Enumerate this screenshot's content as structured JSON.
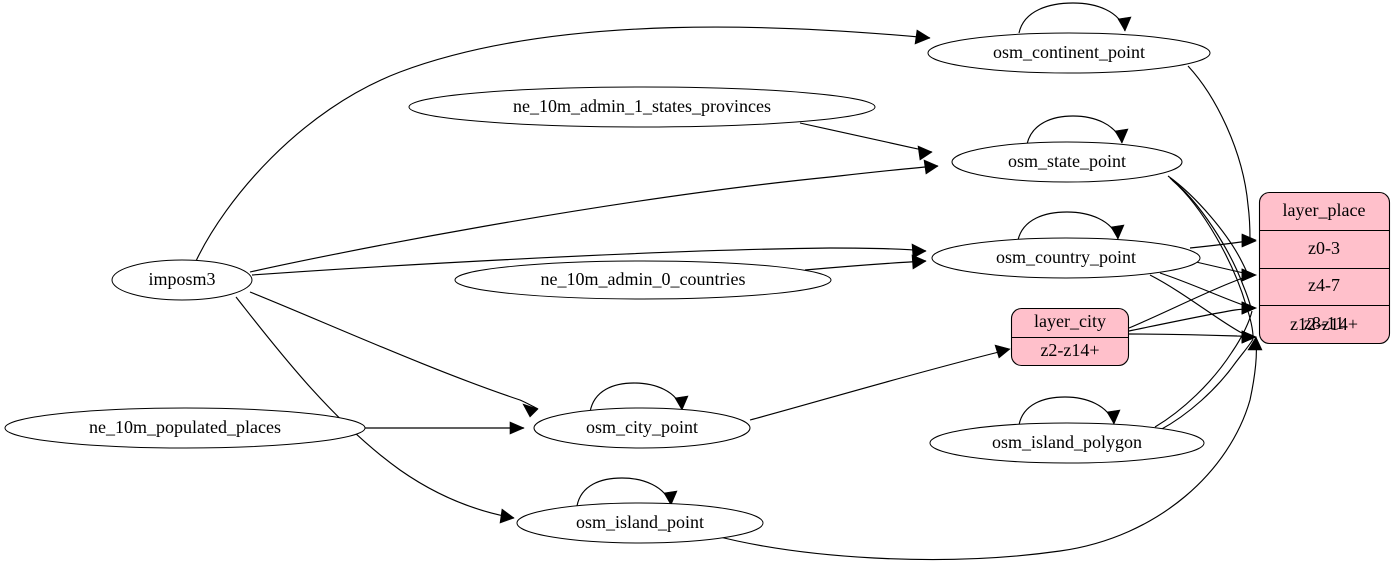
{
  "diagram": {
    "type": "graphviz-digraph",
    "title": "",
    "background_color": "#ffffff",
    "layer_fill_color": "#ffc0cb",
    "node_fill_color": "#ffffff",
    "stroke_color": "#000000",
    "source_nodes": [
      {
        "id": "imposm3",
        "label": "imposm3"
      },
      {
        "id": "ne_10m_admin_1_states_provinces",
        "label": "ne_10m_admin_1_states_provinces"
      },
      {
        "id": "ne_10m_admin_0_countries",
        "label": "ne_10m_admin_0_countries"
      },
      {
        "id": "ne_10m_populated_places",
        "label": "ne_10m_populated_places"
      }
    ],
    "table_nodes": [
      {
        "id": "osm_continent_point",
        "label": "osm_continent_point"
      },
      {
        "id": "osm_state_point",
        "label": "osm_state_point"
      },
      {
        "id": "osm_country_point",
        "label": "osm_country_point"
      },
      {
        "id": "osm_city_point",
        "label": "osm_city_point"
      },
      {
        "id": "osm_island_polygon",
        "label": "osm_island_polygon"
      },
      {
        "id": "osm_island_point",
        "label": "osm_island_point"
      }
    ],
    "layer_nodes": [
      {
        "id": "layer_place",
        "header": "layer_place",
        "rows": [
          "z0-3",
          "z4-7",
          "z8-11",
          "z12-z14+"
        ]
      },
      {
        "id": "layer_city",
        "header": "layer_city",
        "rows": [
          "z2-z14+"
        ]
      }
    ],
    "edges": [
      {
        "from": "imposm3",
        "to": "osm_continent_point"
      },
      {
        "from": "imposm3",
        "to": "osm_state_point"
      },
      {
        "from": "imposm3",
        "to": "osm_country_point"
      },
      {
        "from": "imposm3",
        "to": "osm_city_point"
      },
      {
        "from": "imposm3",
        "to": "osm_island_point"
      },
      {
        "from": "ne_10m_admin_1_states_provinces",
        "to": "osm_state_point"
      },
      {
        "from": "ne_10m_admin_0_countries",
        "to": "osm_country_point"
      },
      {
        "from": "ne_10m_populated_places",
        "to": "osm_city_point"
      },
      {
        "from": "osm_continent_point",
        "to": "osm_continent_point"
      },
      {
        "from": "osm_state_point",
        "to": "osm_state_point"
      },
      {
        "from": "osm_country_point",
        "to": "osm_country_point"
      },
      {
        "from": "osm_city_point",
        "to": "osm_city_point"
      },
      {
        "from": "osm_island_polygon",
        "to": "osm_island_polygon"
      },
      {
        "from": "osm_island_point",
        "to": "osm_island_point"
      },
      {
        "from": "osm_continent_point",
        "to": "layer_place.z0-3"
      },
      {
        "from": "osm_state_point",
        "to": "layer_place.z4-7"
      },
      {
        "from": "osm_state_point",
        "to": "layer_place.z8-11"
      },
      {
        "from": "osm_state_point",
        "to": "layer_place.z12-z14+"
      },
      {
        "from": "osm_country_point",
        "to": "layer_place.z0-3"
      },
      {
        "from": "osm_country_point",
        "to": "layer_place.z4-7"
      },
      {
        "from": "osm_country_point",
        "to": "layer_place.z8-11"
      },
      {
        "from": "osm_country_point",
        "to": "layer_place.z12-z14+"
      },
      {
        "from": "osm_city_point",
        "to": "layer_city.z2-z14+"
      },
      {
        "from": "layer_city",
        "to": "layer_place.z4-7"
      },
      {
        "from": "layer_city",
        "to": "layer_place.z8-11"
      },
      {
        "from": "layer_city",
        "to": "layer_place.z12-z14+"
      },
      {
        "from": "osm_island_polygon",
        "to": "layer_place.z8-11"
      },
      {
        "from": "osm_island_polygon",
        "to": "layer_place.z12-z14+"
      },
      {
        "from": "osm_island_point",
        "to": "layer_place.z12-z14+"
      }
    ]
  }
}
